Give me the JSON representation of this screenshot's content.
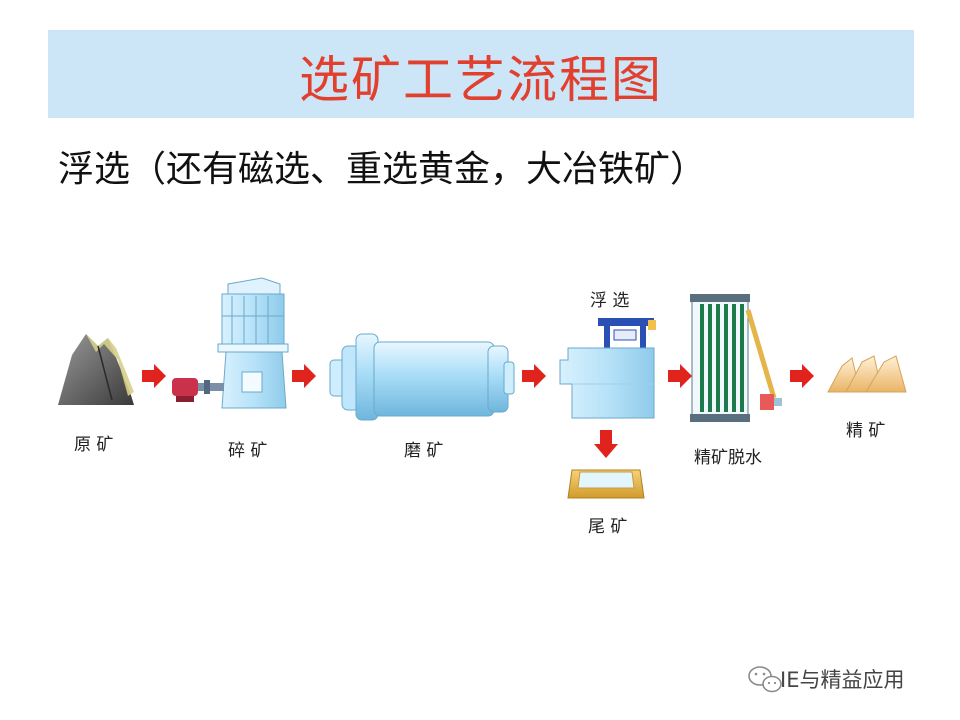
{
  "title": "选矿工艺流程图",
  "subtitle": "浮选（还有磁选、重选黄金，大冶铁矿）",
  "stages": {
    "raw_ore": "原 矿",
    "crushing": "碎 矿",
    "grinding": "磨 矿",
    "flotation": "浮 选",
    "tailings": "尾 矿",
    "dewatering": "精矿脱水",
    "concentrate": "精 矿"
  },
  "watermark": "IE与精益应用",
  "colors": {
    "title_bar": "#cde6f7",
    "title_text": "#e2402e",
    "arrow": "#e0231c",
    "equipment": "#bfe6fb",
    "ore": "#555555",
    "concentrate": "#f0c785",
    "filter": "#1d7a4a"
  }
}
